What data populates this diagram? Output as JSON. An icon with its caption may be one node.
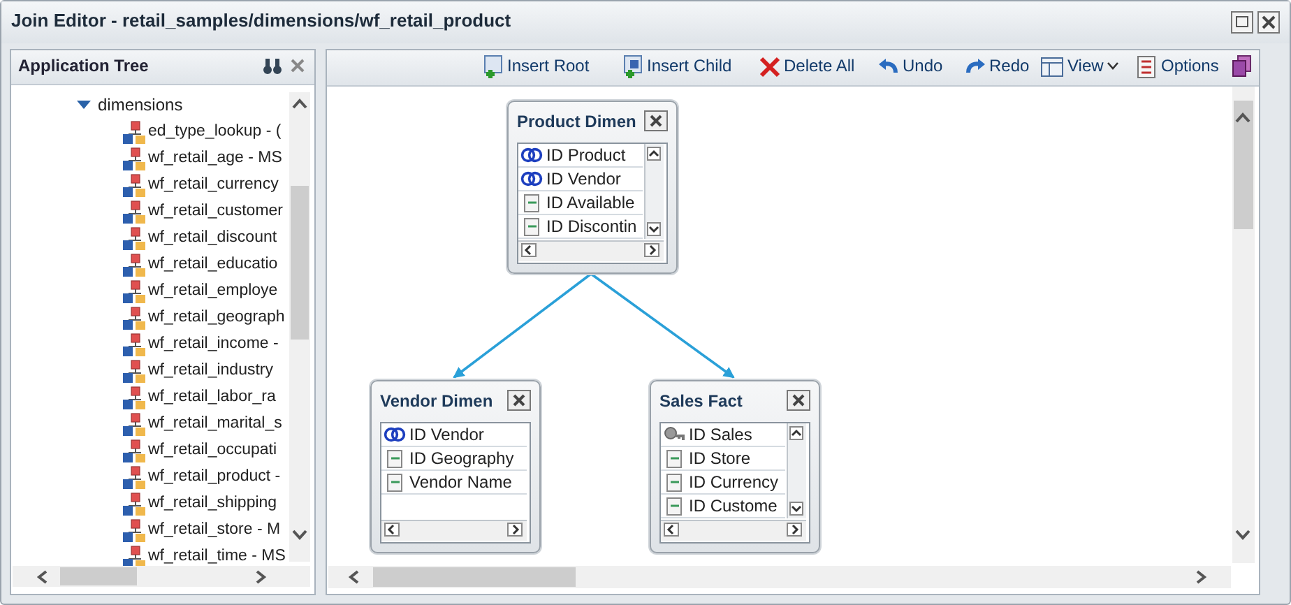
{
  "diagram": {
    "nodes": [
      {
        "text": [
          "Product Dimen",
          "ID Product",
          "ID Vendor",
          "ID Available",
          "ID Discontin"
        ]
      },
      {
        "text": [
          "Vendor Dimen",
          "ID Vendor",
          "ID Geography",
          "Vendor Name"
        ]
      },
      {
        "text": [
          "Sales Fact",
          "ID Sales",
          "ID Store",
          "ID Currency",
          "ID Custome"
        ]
      }
    ],
    "edges": [
      {
        "from": 0,
        "to": 1,
        "arrow": "to"
      },
      {
        "from": 0,
        "to": 2,
        "arrow": "to"
      }
    ],
    "labels": [
      "Join Editor - retail_samples/dimensions/wf_retail_product",
      "Application Tree",
      "Insert Root",
      "Insert Child",
      "Delete All",
      "Undo",
      "Redo",
      "View",
      "Options",
      "dimensions",
      "ed_type_lookup - (",
      "wf_retail_age - MS",
      "wf_retail_currency",
      "wf_retail_customer",
      "wf_retail_discount",
      "wf_retail_educatio",
      "wf_retail_employe",
      "wf_retail_geograph",
      "wf_retail_income -",
      "wf_retail_industry",
      "wf_retail_labor_ra",
      "wf_retail_marital_s",
      "wf_retail_occupati",
      "wf_retail_product -",
      "wf_retail_shipping",
      "wf_retail_store - M",
      "wf_retail_time - MS"
    ]
  }
}
